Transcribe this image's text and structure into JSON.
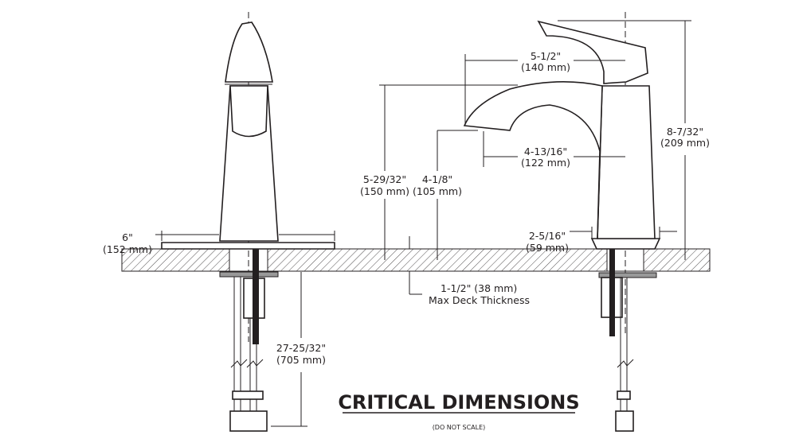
{
  "title": "CRITICAL DIMENSIONS",
  "subtitle": "(DO NOT SCALE)",
  "dimensions": {
    "spout_reach": {
      "imperial": "5-1/2\"",
      "metric": "(140 mm)"
    },
    "aerator_reach": {
      "imperial": "4-13/16\"",
      "metric": "(122 mm)"
    },
    "overall_height": {
      "imperial": "8-7/32\"",
      "metric": "(209 mm)"
    },
    "spout_height": {
      "imperial": "5-29/32\"",
      "metric": "(150 mm)"
    },
    "aerator_height": {
      "imperial": "4-1/8\"",
      "metric": "(105 mm)"
    },
    "base_width": {
      "imperial": "2-5/16\"",
      "metric": "(59 mm)"
    },
    "deckplate_width": {
      "imperial": "6\"",
      "metric": "(152 mm)"
    },
    "deck_thickness": {
      "line1": "1-1/2\" (38 mm)",
      "line2": "Max Deck Thickness"
    },
    "supply_length": {
      "imperial": "27-25/32\"",
      "metric": "(705 mm)"
    }
  }
}
